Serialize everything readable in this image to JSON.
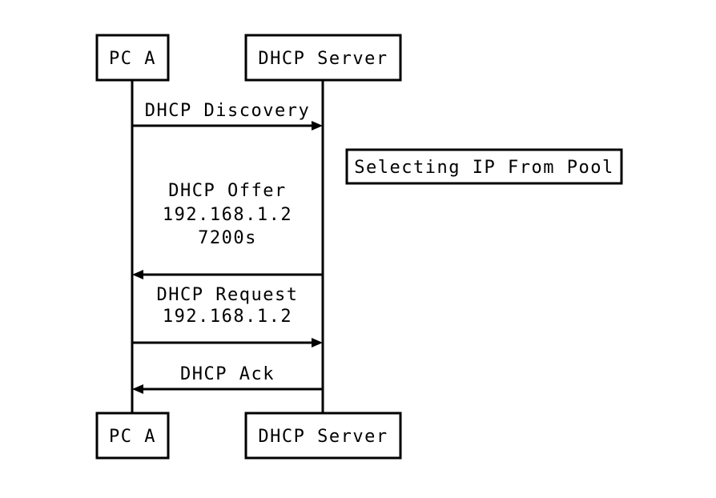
{
  "participants": [
    {
      "id": "pc_a",
      "label": "PC A"
    },
    {
      "id": "dhcp_server",
      "label": "DHCP Server"
    }
  ],
  "messages": [
    {
      "from": "pc_a",
      "to": "dhcp_server",
      "lines": [
        "DHCP Discovery"
      ]
    },
    {
      "from": "dhcp_server",
      "to": "pc_a",
      "lines": [
        "DHCP Offer",
        "192.168.1.2",
        "7200s"
      ]
    },
    {
      "from": "pc_a",
      "to": "dhcp_server",
      "lines": [
        "DHCP Request",
        "192.168.1.2"
      ]
    },
    {
      "from": "dhcp_server",
      "to": "pc_a",
      "lines": [
        "DHCP Ack"
      ]
    }
  ],
  "note": {
    "participant": "dhcp_server",
    "text": "Selecting IP From Pool"
  }
}
